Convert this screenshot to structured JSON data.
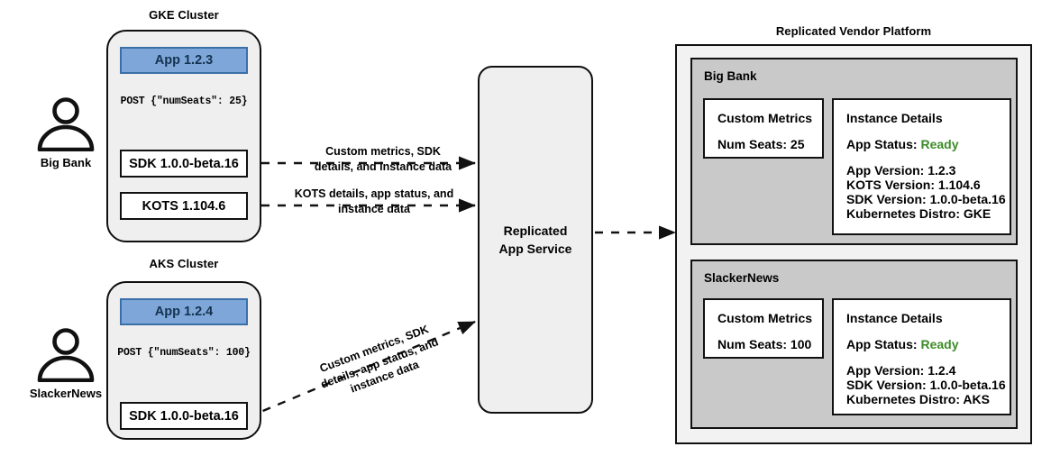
{
  "diagram": {
    "customers": [
      {
        "actor_name": "Big Bank",
        "actor_icon": "person-icon",
        "cluster_title": "GKE Cluster",
        "app_node": "App 1.2.3",
        "post_text": "POST {\"numSeats\": 25}",
        "sdk_node": "SDK 1.0.0-beta.16",
        "kots_node": "KOTS 1.104.6"
      },
      {
        "actor_name": "SlackerNews",
        "actor_icon": "person-icon",
        "cluster_title": "AKS Cluster",
        "app_node": "App 1.2.4",
        "post_text": "POST {\"numSeats\": 100}",
        "sdk_node": "SDK 1.0.0-beta.16"
      }
    ],
    "edges": [
      {
        "id": "sdk-to-service",
        "line1": "Custom metrics, SDK",
        "line2": "details, and instance data"
      },
      {
        "id": "kots-to-service",
        "line1": "KOTS details, app status, and",
        "line2": "instance data"
      },
      {
        "id": "aks-sdk-to-service",
        "line1": "Custom metrics, SDK",
        "line2": "details, app status, and",
        "line3": "instance data"
      }
    ],
    "app_service": {
      "line1": "Replicated",
      "line2": "App Service"
    },
    "platform": {
      "title": "Replicated Vendor Platform",
      "customers": [
        {
          "name": "Big Bank",
          "metrics": {
            "heading": "Custom Metrics",
            "line1": "Num Seats: 25"
          },
          "details": {
            "heading": "Instance Details",
            "status_label": "App Status:",
            "status_value": "Ready",
            "lines": [
              "App Version: 1.2.3",
              "KOTS Version: 1.104.6",
              "SDK Version: 1.0.0-beta.16",
              "Kubernetes Distro: GKE"
            ]
          }
        },
        {
          "name": "SlackerNews",
          "metrics": {
            "heading": "Custom Metrics",
            "line1": "Num Seats: 100"
          },
          "details": {
            "heading": "Instance Details",
            "status_label": "App Status:",
            "status_value": "Ready",
            "lines": [
              "App Version: 1.2.4",
              "SDK Version: 1.0.0-beta.16",
              "Kubernetes Distro: AKS"
            ]
          }
        }
      ]
    },
    "colors": {
      "app_node_fill": "#7EA6D9",
      "app_node_border": "#3A6FA8",
      "cluster_fill": "#EFEFEF",
      "platform_fill": "#F2F2F2",
      "customer_panel_fill": "#C9C9C9",
      "status_ready": "#3C8C28",
      "stroke": "#111111"
    }
  }
}
